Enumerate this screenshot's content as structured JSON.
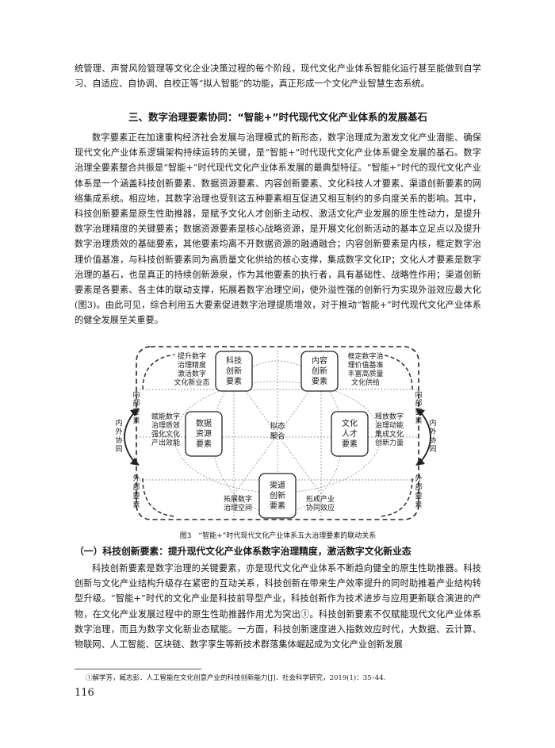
{
  "intro_paragraph": "统管理、声誉风险管理等文化企业决策过程的每个阶段，现代文化产业体系智能化运行甚至能做到自学习、自适应、自协调、自校正等“拟人智能”的功能，真正形成一个文化产业智慧生态系统。",
  "section_title": "三、数字治理要素协同：“智能+”时代现代文化产业体系的发展基石",
  "section_paragraph": "数字要素正在加速重构经济社会发展与治理模式的新形态，数字治理成为激发文化产业潜能、确保现代文化产业体系逻辑架构持续运转的关键，是“智能+”时代现代文化产业体系健全发展的基石。数字治理全要素整合共振是“智能+”时代现代文化产业体系发展的最典型特征。“智能+”时代的现代文化产业体系是一个涵盖科技创新要素、数据资源要素、内容创新要素、文化科技人才要素、渠道创新要素的网络集成系统。相应地，其数字治理也受到这五种要素相互促进又相互制约的多向度关系的影响。其中，科技创新要素是原生性助推器，是赋予文化人才创新主动权、激活文化产业发展的原生性动力，是提升数字治理精度的关键要素；数据资源要素是核心战略资源，是开展文化创新活动的基本立足点以及提升数字治理质效的基础要素，其他要素均离不开数据资源的融通融合；内容创新要素是内核，框定数字治理价值基准，与科技创新要素同为高质量文化供给的核心支撑，集成数字文化IP；文化人才要素是数字治理的基石，也是真正的持续创新源泉，作为其他要素的执行者，具有基础性、战略性作用；渠道创新要素是各要素、各主体的联动支撑，拓展着数字治理空间，使外溢性强的创新行为实现外溢效应最大化(图3)。由此可见，综合利用五大要素促进数字治理提质增效，对于推动“智能+”时代现代文化产业体系的健全发展至关重要。",
  "figure": {
    "boxes": {
      "tech": "科技\n创新\n要素",
      "content": "内容\n创新\n要素",
      "data": "数据\n资源\n要素",
      "talent": "文化\n人才\n要素",
      "channel": "渠道\n创新\n要素"
    },
    "center": "拟态\n聚合",
    "tech_note": "提升数字\n治理精度\n激活数字\n文化新业态",
    "content_note": "框定数字治\n理价值基准\n丰富高质量\n文化供给",
    "data_note": "赋能数字\n治理质效\n强化文化\n产出效能",
    "talent_note": "释放数字\n治理动能\n集成文化\n创新力量",
    "channel_note_left": "拓展数字\n治理空间",
    "channel_note_right": "形成产业\n协同效应",
    "left_inner": "内\n部\n要\n素",
    "left_mid": "内\n外\n协\n同",
    "left_outer": "外\n部\n要\n素",
    "right_inner": "内\n部\n要\n素",
    "right_mid": "内\n外\n协\n同",
    "right_outer": "外\n部\n要\n素"
  },
  "figure_caption": "图3　“智能+”时代现代文化产业体系五大治理要素的联动关系",
  "subsection_title": "（一）科技创新要素：提升现代文化产业体系数字治理精度，激活数字文化新业态",
  "subsection_paragraph": "科技创新要素是数字治理的关键要素，亦是现代文化产业体系不断趋向健全的原生性助推器。科技创新与文化产业结构升级存在紧密的互动关系，科技创新在带来生产效率提升的同时助推着产业结构转型升级。“智能+”时代的文化产业是科技前导型产业，科技创新作为技术进步与应用更新联合演进的产物，在文化产业发展过程中的原生性助推器作用尤为突出①。科技创新要素不仅赋能现代文化产业体系数字治理，而且为数字文化新业态赋能。一方面，科技创新速度进入指数效应时代，大数据、云计算、物联网、人工智能、区块链、数字孪生等新技术群落集体崛起成为文化产业创新发展",
  "footnote": "①解学芳，臧志彭．人工智能在文化创意产业的科技创新能力[J]．社会科学研究，2019(1)：35–44.",
  "page_number": "116"
}
